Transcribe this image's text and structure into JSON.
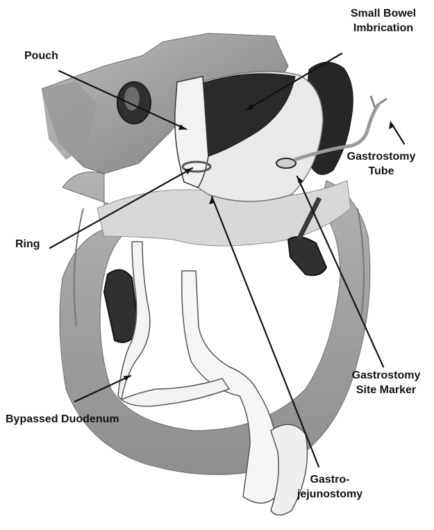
{
  "labels": {
    "small_bowel_imbrication": [
      "Small Bowel",
      "Imbrication"
    ],
    "pouch": "Pouch",
    "gastrostomy_tube": [
      "Gastrostomy",
      "Tube"
    ],
    "ring": "Ring",
    "gastrostomy_site_marker": [
      "Gastrostomy",
      "Site Marker"
    ],
    "bypassed_duodenum": "Bypassed Duodenum",
    "gastro_jejunostomy": [
      "Gastro-",
      "jejunostomy"
    ]
  },
  "colors": {
    "background": "#ffffff",
    "text": "#111111",
    "leader_line": "#111111",
    "tissue_light": "#e6e6e6",
    "tissue_mid": "#a8a8a8",
    "tissue_dark": "#4a4a4a",
    "spleen": "#2a2a2a"
  }
}
